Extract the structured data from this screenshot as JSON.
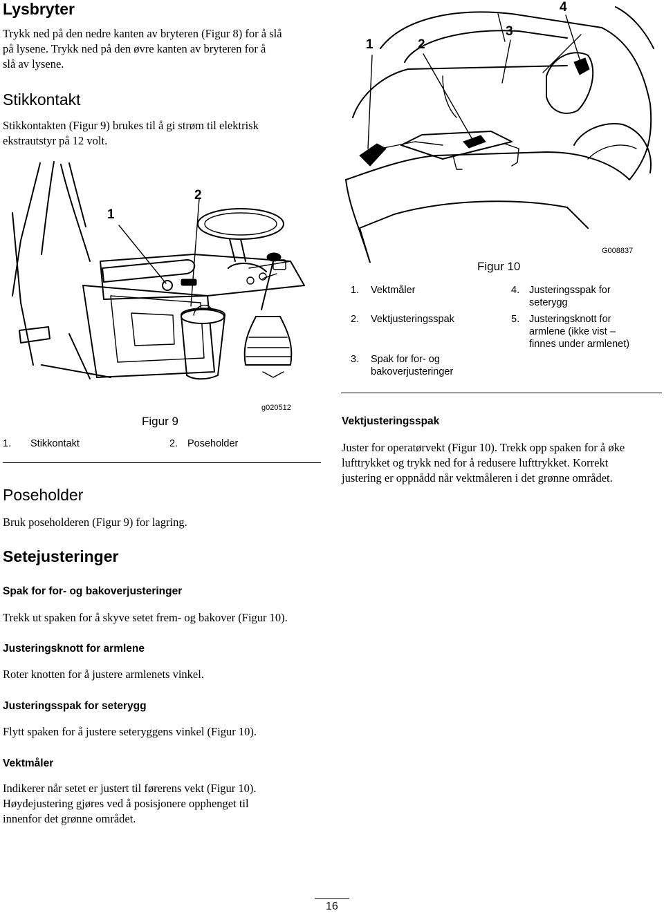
{
  "lysbryter": {
    "heading": "Lysbryter",
    "lines": [
      "Trykk ned på den nedre kanten av bryteren (Figur 8) for å slå",
      "på lysene. Trykk ned på den øvre kanten av bryteren for å",
      "slå av lysene."
    ]
  },
  "stikkontakt": {
    "heading": "Stikkontakt",
    "lines": [
      "Stikkontakten (Figur 9) brukes til å gi strøm til elektrisk",
      "ekstrautstyr på 12 volt."
    ]
  },
  "figure9": {
    "callouts": [
      "1",
      "2"
    ],
    "code": "g020512",
    "title": "Figur 9",
    "legend": [
      {
        "num": "1.",
        "label": "Stikkontakt"
      },
      {
        "num": "2.",
        "label": "Poseholder"
      }
    ]
  },
  "poseholder": {
    "heading": "Poseholder",
    "text": "Bruk poseholderen (Figur 9) for lagring."
  },
  "figure10": {
    "callouts": [
      "1",
      "2",
      "3",
      "4"
    ],
    "code": "G008837",
    "title": "Figur 10",
    "legend": [
      {
        "num": "1.",
        "lines": [
          "Vektmåler"
        ]
      },
      {
        "num": "2.",
        "lines": [
          "Vektjusteringsspak"
        ]
      },
      {
        "num": "3.",
        "lines": [
          "Spak for for- og",
          "bakoverjusteringer"
        ]
      },
      {
        "num": "4.",
        "lines": [
          "Justeringsspak for",
          "seterygg"
        ]
      },
      {
        "num": "5.",
        "lines": [
          "Justeringsknott for",
          "armlene (ikke vist –",
          "finnes under armlenet)"
        ]
      }
    ]
  },
  "vektjustering": {
    "heading": "Vektjusteringsspak",
    "lines": [
      "Juster for operatørvekt (Figur 10). Trekk opp spaken for å øke",
      "lufttrykket og trykk ned for å redusere lufttrykket. Korrekt",
      "justering er oppnådd når vektmåleren i det grønne området."
    ]
  },
  "setejusteringer": {
    "heading": "Setejusteringer",
    "subsections": [
      {
        "heading": "Spak for for- og bakoverjusteringer",
        "lines": [
          "Trekk ut spaken for å skyve setet frem- og bakover (Figur 10)."
        ]
      },
      {
        "heading": "Justeringsknott for armlene",
        "lines": [
          "Roter knotten for å justere armlenets vinkel."
        ]
      },
      {
        "heading": "Justeringsspak for seterygg",
        "lines": [
          "Flytt spaken for å justere seteryggens vinkel (Figur 10)."
        ]
      },
      {
        "heading": "Vektmåler",
        "lines": [
          "Indikerer når setet er justert til førerens vekt (Figur 10).",
          "Høydejustering gjøres ved å posisjonere opphenget til",
          "innenfor det grønne området."
        ]
      }
    ]
  },
  "footer": {
    "page_number": "16"
  }
}
